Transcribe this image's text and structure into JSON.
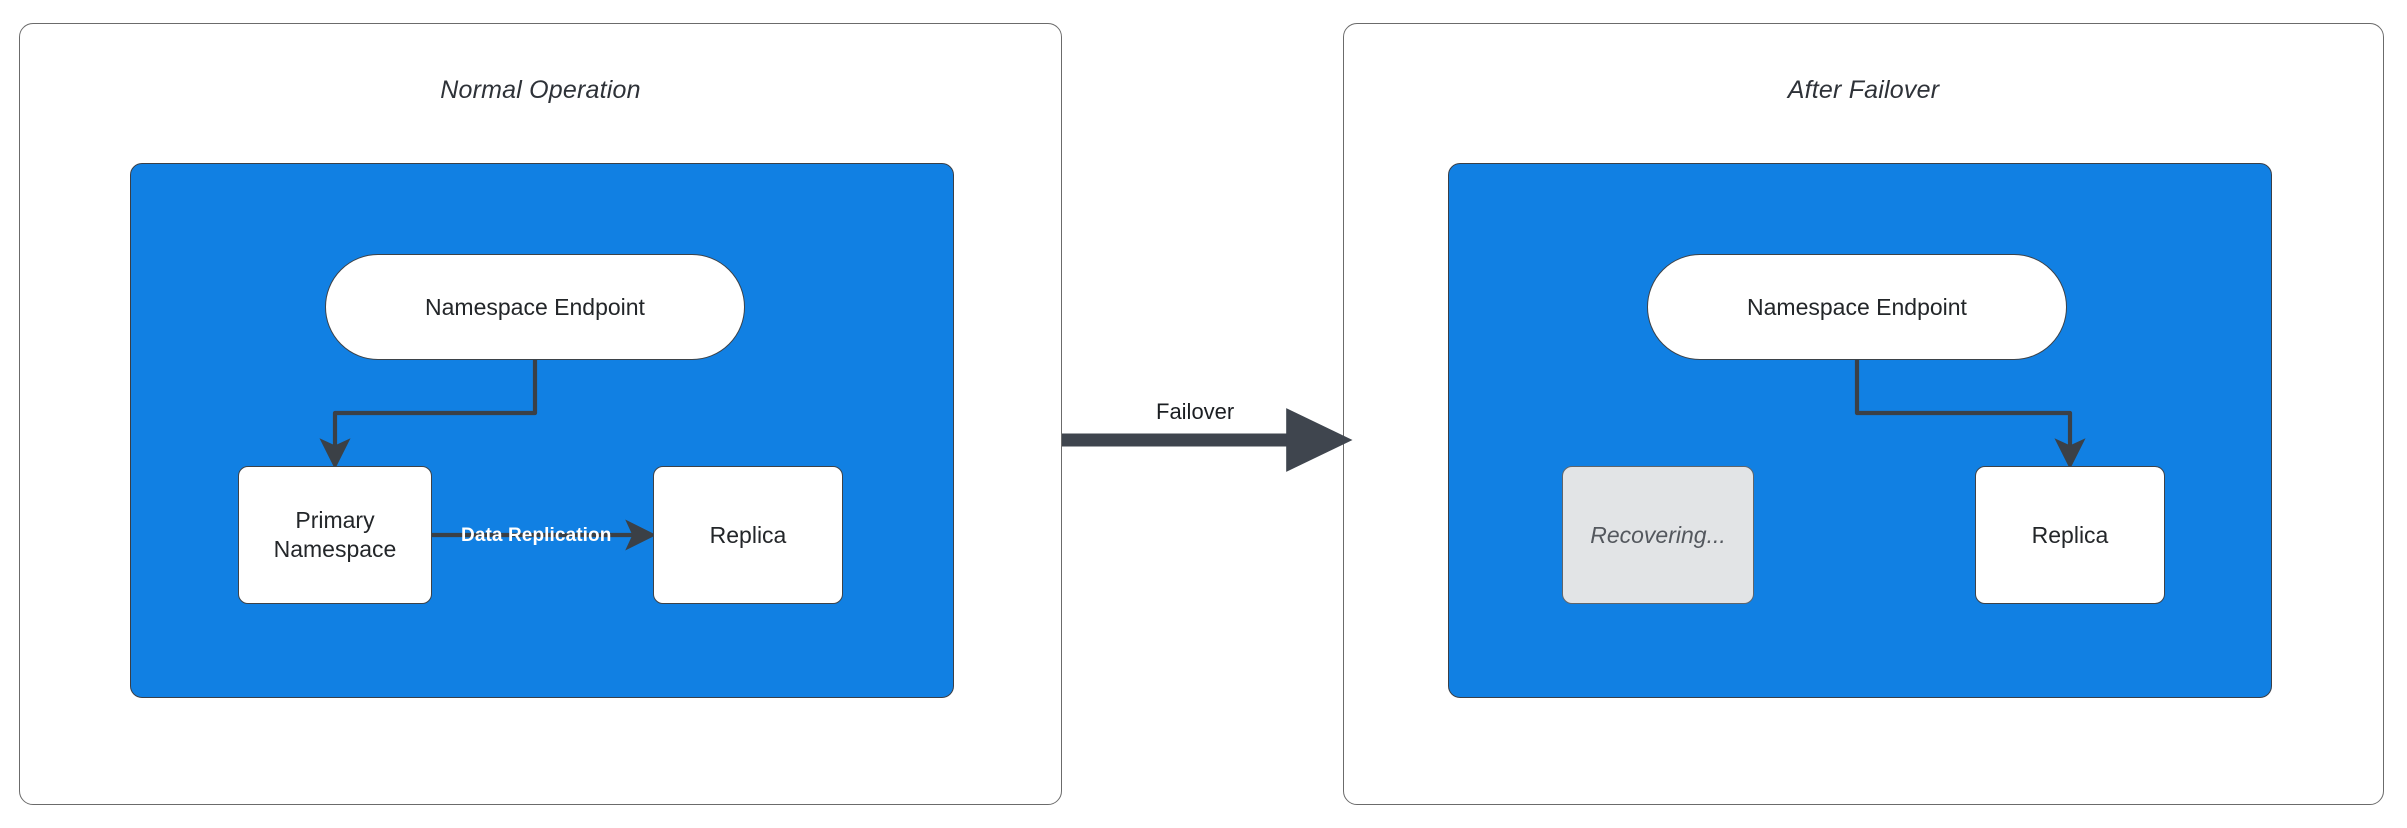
{
  "diagram": {
    "title_left": "Normal Operation",
    "title_right": "After Failover",
    "accent_blue": "#1180e3",
    "edge_color": "#3b4046",
    "recovering_fill": "#e2e4e6",
    "panels": [
      {
        "id": "normal-operation",
        "title": "Normal Operation",
        "nodes": [
          {
            "id": "namespace-endpoint-left",
            "label": "Namespace Endpoint",
            "shape": "pill",
            "state": "active"
          },
          {
            "id": "primary-namespace",
            "label": "Primary\nNamespace",
            "line1": "Primary",
            "line2": "Namespace",
            "shape": "box",
            "state": "active"
          },
          {
            "id": "replica-left",
            "label": "Replica",
            "shape": "box",
            "state": "active"
          }
        ],
        "edges": [
          {
            "from": "namespace-endpoint-left",
            "to": "primary-namespace",
            "label": ""
          },
          {
            "from": "primary-namespace",
            "to": "replica-left",
            "label": "Data Replication"
          }
        ]
      },
      {
        "id": "after-failover",
        "title": "After Failover",
        "nodes": [
          {
            "id": "namespace-endpoint-right",
            "label": "Namespace Endpoint",
            "shape": "pill",
            "state": "active"
          },
          {
            "id": "recovering",
            "label": "Recovering...",
            "shape": "box",
            "state": "recovering"
          },
          {
            "id": "replica-right",
            "label": "Replica",
            "shape": "box",
            "state": "active"
          }
        ],
        "edges": [
          {
            "from": "namespace-endpoint-right",
            "to": "replica-right",
            "label": ""
          }
        ]
      }
    ],
    "transition": {
      "id": "failover-transition",
      "label": "Failover",
      "from_panel": "normal-operation",
      "to_panel": "after-failover"
    }
  }
}
